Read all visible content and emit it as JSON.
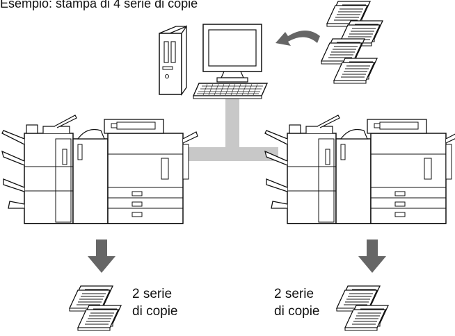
{
  "title": "Esempio: stampa di 4 serie di copie",
  "left_output": {
    "line1": "2 serie",
    "line2": "di copie"
  },
  "right_output": {
    "line1": "2 serie",
    "line2": "di copie"
  },
  "colors": {
    "network": "#c8c8c8",
    "arrow": "#666666",
    "stroke": "#111111"
  },
  "icons": [
    "computer-tower-icon",
    "monitor-icon",
    "keyboard-icon",
    "document-stack-icon",
    "curved-arrow-icon",
    "copier-icon",
    "down-arrow-icon"
  ]
}
